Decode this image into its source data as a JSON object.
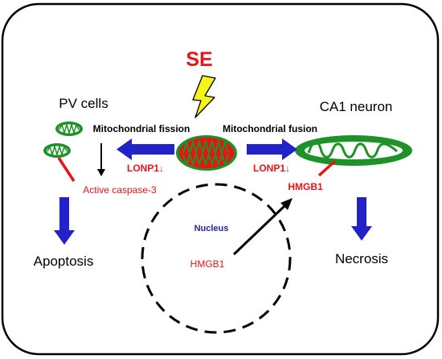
{
  "labels": {
    "trigger": "SE",
    "left_cell": "PV cells",
    "right_cell": "CA1 neuron",
    "fission": "Mitochondrial fission",
    "fusion": "Mitochondrial fusion",
    "lonp1_left": "LONP1↓",
    "lonp1_right": "LONP1↓",
    "caspase": "Active caspase-3",
    "hmgb1_out": "HMGB1",
    "nucleus": "Nucleus",
    "hmgb1_in": "HMGB1",
    "apoptosis": "Apoptosis",
    "necrosis": "Necrosis"
  },
  "colors": {
    "red_text": "#e8141b",
    "blue_arrow": "#2222c8",
    "mito_green": "#1e9128",
    "mito_red": "#ee1111",
    "lightning": "#f5f51a",
    "nucleus_text": "#2222aa"
  },
  "icons": {
    "lightning": "lightning-bolt-icon",
    "mitochondrion": "mitochondrion-icon"
  }
}
